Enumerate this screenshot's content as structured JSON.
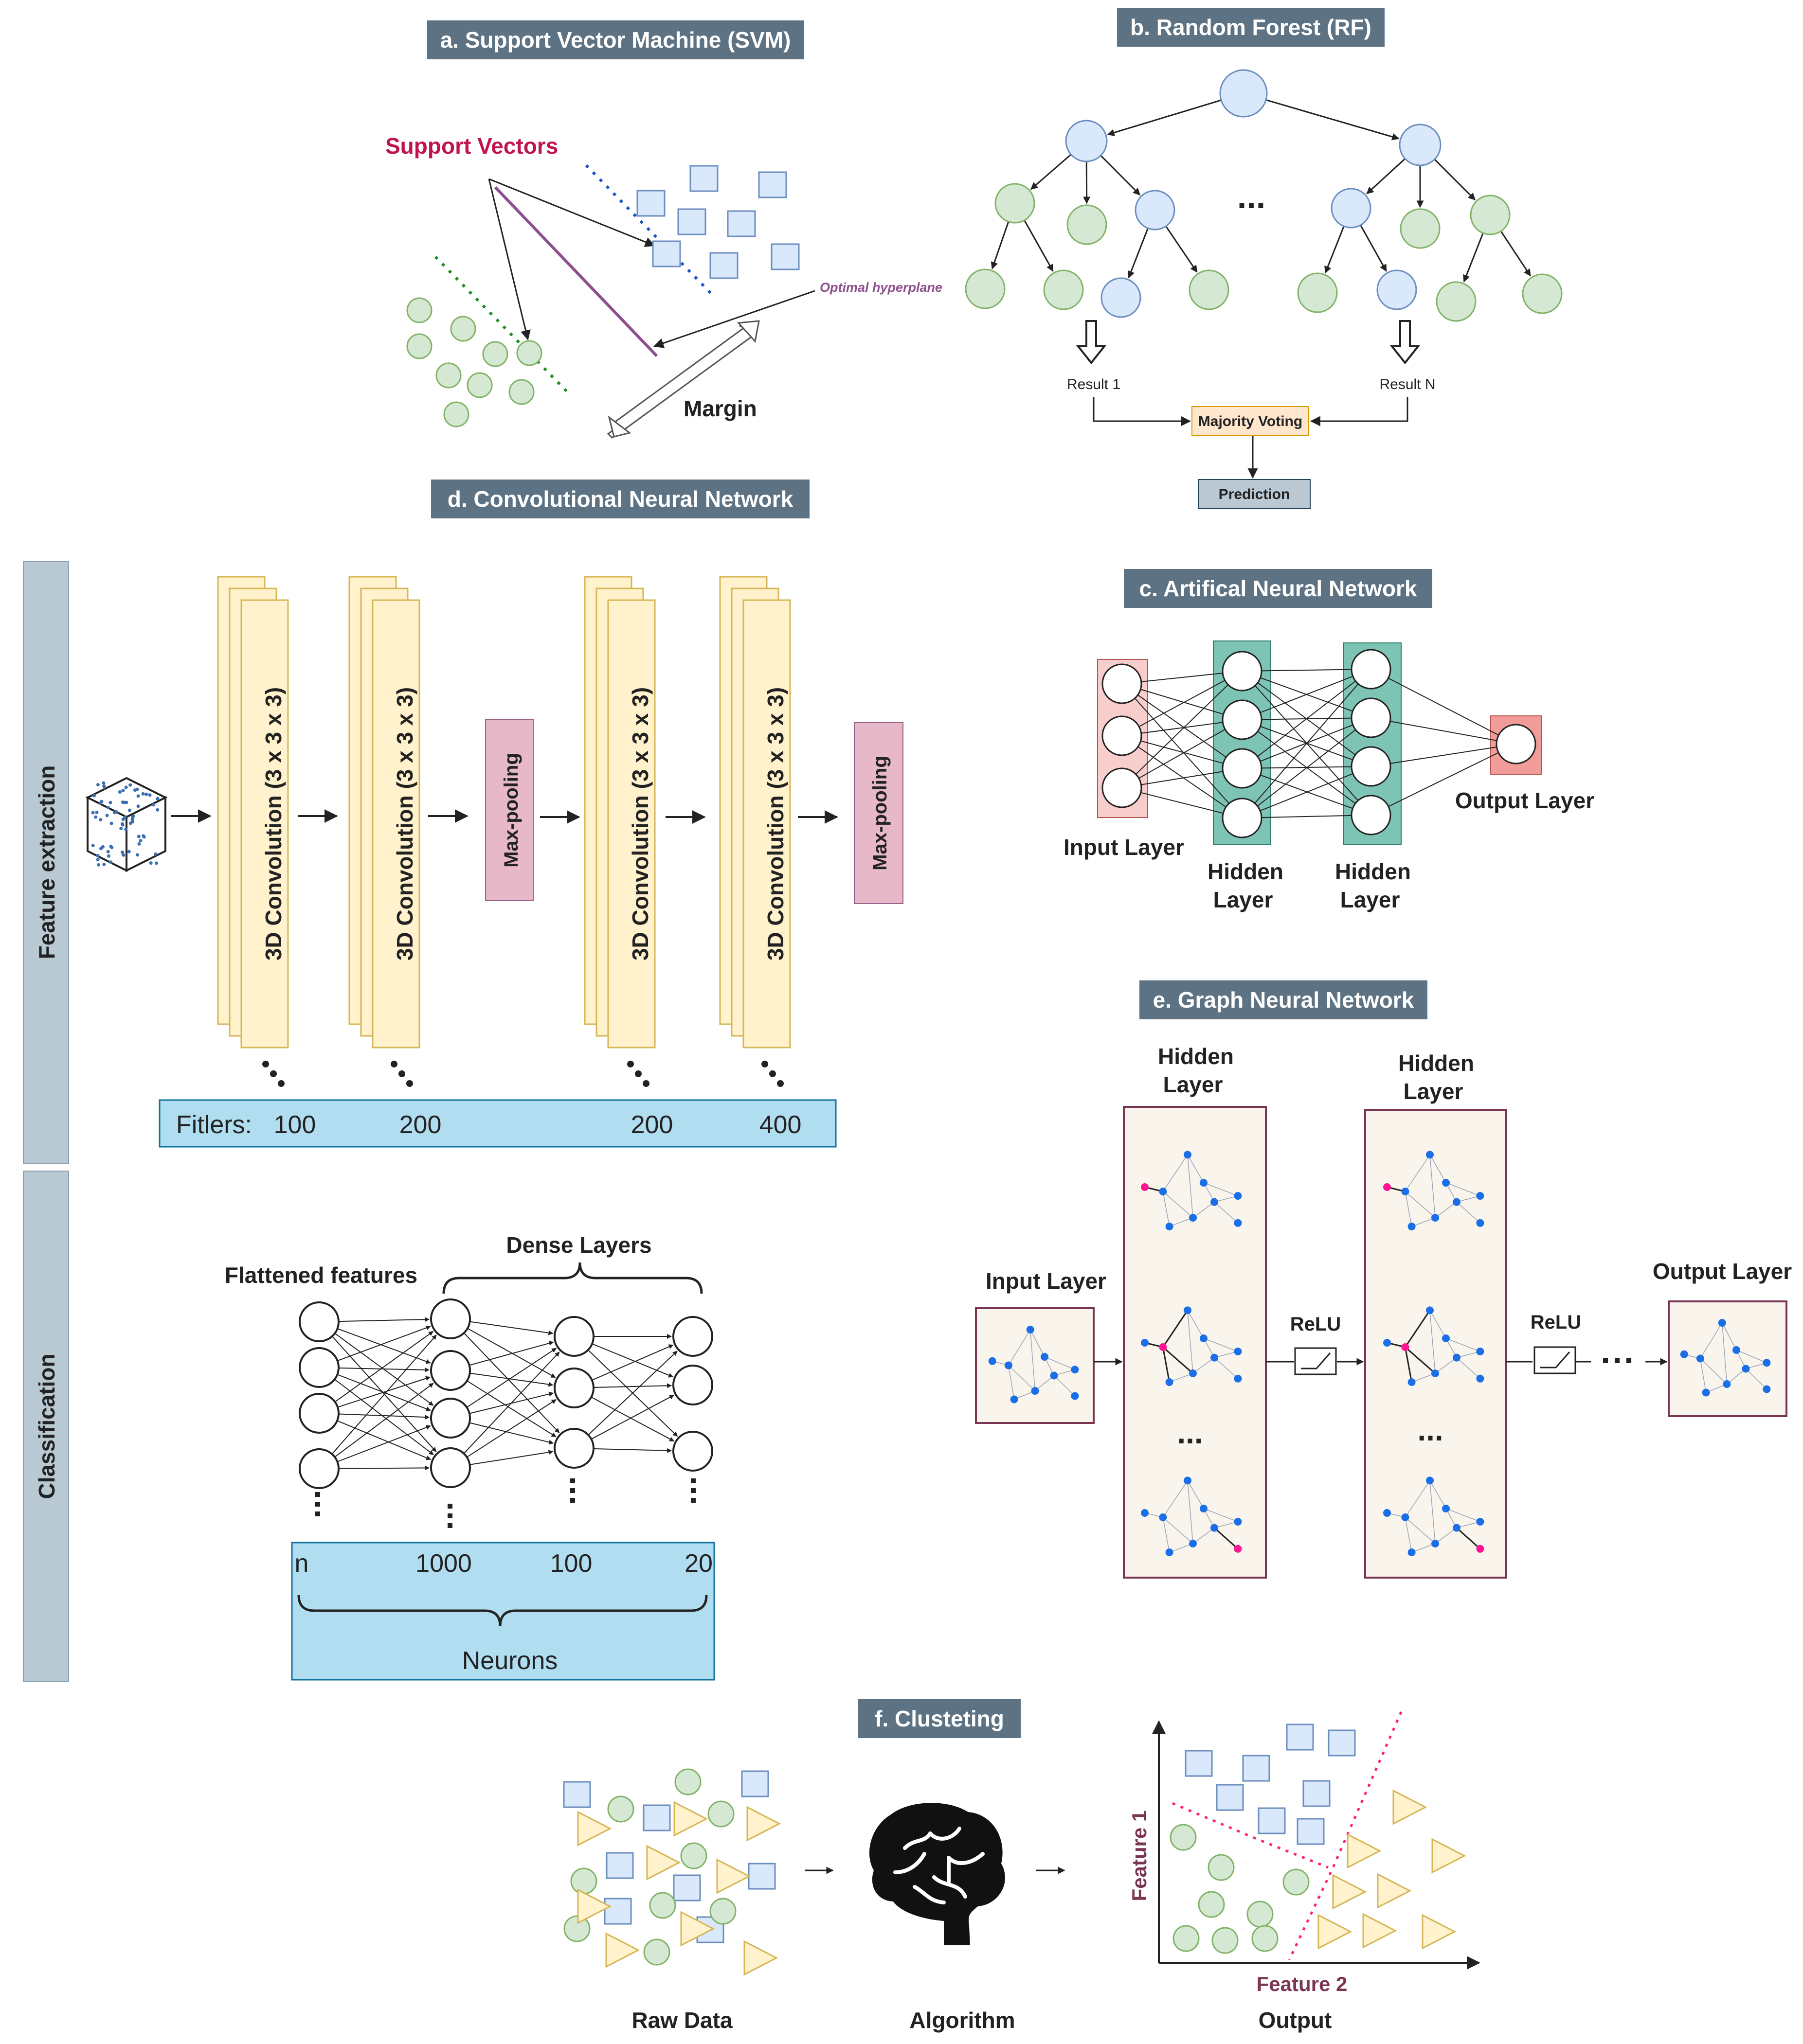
{
  "titles": {
    "svm": "a. Support Vector Machine (SVM)",
    "rf": "b. Random Forest (RF)",
    "ann": "c. Artifical Neural Network",
    "cnn": "d. Convolutional Neural Network",
    "gnn": "e. Graph Neural Network",
    "clustering": "f. Clusteting"
  },
  "svm": {
    "support_vectors": "Support Vectors",
    "optimal_hyperplane": "Optimal hyperplane",
    "margin": "Margin"
  },
  "rf": {
    "ellipsis": "...",
    "result_1": "Result 1",
    "result_n": "Result N",
    "majority_voting": "Majority Voting",
    "prediction": "Prediction"
  },
  "ann": {
    "input_layer": "Input Layer",
    "hidden_layer_1": [
      "Hidden",
      "Layer"
    ],
    "hidden_layer_2": [
      "Hidden",
      "Layer"
    ],
    "output_layer": "Output Layer"
  },
  "cnn": {
    "feature_extraction": "Feature extraction",
    "classification": "Classification",
    "conv_label": "3D Convolution (3 x 3 x 3)",
    "maxpool_label": "Max-pooling",
    "filters_label": "Fitlers:",
    "filters": [
      "100",
      "200",
      "200",
      "400"
    ],
    "flattened": "Flattened features",
    "dense_layers": "Dense Layers",
    "neuron_counts": [
      "n",
      "1000",
      "100",
      "20"
    ],
    "neurons": "Neurons"
  },
  "gnn": {
    "input_layer": "Input Layer",
    "hidden_layer_1": [
      "Hidden",
      "Layer"
    ],
    "hidden_layer_2": [
      "Hidden",
      "Layer"
    ],
    "output_layer": "Output Layer",
    "relu": "ReLU",
    "ellipsis": "...",
    "trailing_dots": "···"
  },
  "clustering": {
    "raw_data": "Raw Data",
    "algorithm": "Algorithm",
    "output": "Output",
    "feature_1": "Feature 1",
    "feature_2": "Feature 2"
  },
  "colors": {
    "title_bg": "#5d7383",
    "green_fill": "#d5e8d4",
    "green_stroke": "#82b366",
    "blue_fill": "#dae8fc",
    "blue_stroke": "#6c8ebf",
    "yellow_fill": "#fff2cc",
    "yellow_stroke": "#d6b656",
    "pink_fill": "#e6b8c8",
    "teal_fill": "#7dc4b4",
    "output_red": "#f19c99",
    "light_blue": "#b1ddf0",
    "side_panel": "#b8c9d3",
    "magenta_text": "#c0144c",
    "hyperplane": "#8e4f8e",
    "feature_label": "#7a3553",
    "node_blue": "#1a6ee6",
    "node_pink": "#ff1493",
    "panel_bg": "#f9f4ec",
    "panel_stroke": "#7a3553"
  }
}
